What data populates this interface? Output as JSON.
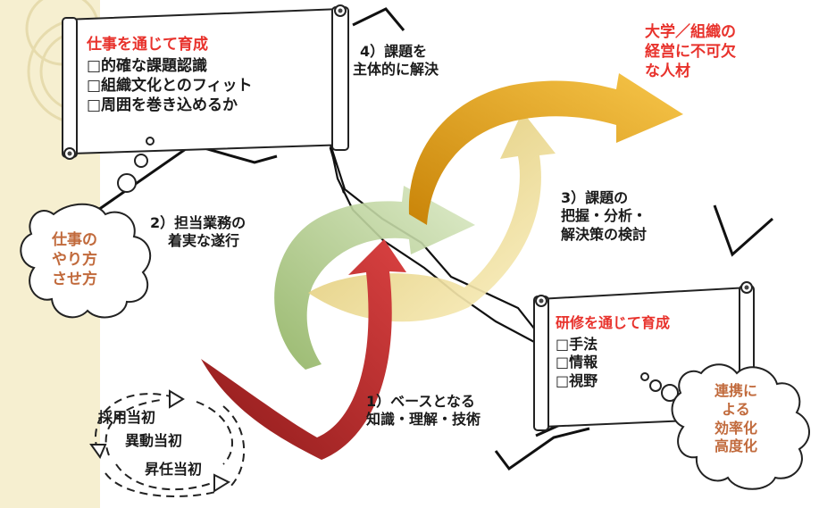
{
  "scroll_work": {
    "title": "仕事を通じて育成",
    "items": [
      "□的確な課題認識",
      "□組織文化とのフィット",
      "□周囲を巻き込めるか"
    ]
  },
  "scroll_training": {
    "title": "研修を通じて育成",
    "items": [
      "□手法",
      "□情報",
      "□視野"
    ]
  },
  "cloud_method": {
    "lines": [
      "仕事の",
      "やり方",
      "させ方"
    ]
  },
  "cloud_efficiency": {
    "lines": [
      "連携に",
      "よる",
      "効率化",
      "高度化"
    ]
  },
  "cycle_timing": {
    "lines": [
      "採用当初",
      "異動当初",
      "昇任当初"
    ]
  },
  "steps": {
    "step1": [
      "1）ベースとなる",
      "知識・理解・技術"
    ],
    "step2": [
      "2）担当業務の",
      "着実な遂行"
    ],
    "step3": [
      "3）課題の",
      "把握・分析・",
      "解決策の検討"
    ],
    "step4": [
      "4）課題を",
      "主体的に解決"
    ]
  },
  "goal": {
    "lines": [
      "大学／組織の",
      "経営に不可欠",
      "な人材"
    ]
  },
  "colors": {
    "title_red": "#e8322c",
    "cloud_text": "#c16a3c",
    "arrow_red": "#b82a2a",
    "arrow_green": "#a9c47f",
    "arrow_yellow": "#ecd587",
    "arrow_orange": "#e9a318",
    "left_band": "#f6efd0"
  }
}
